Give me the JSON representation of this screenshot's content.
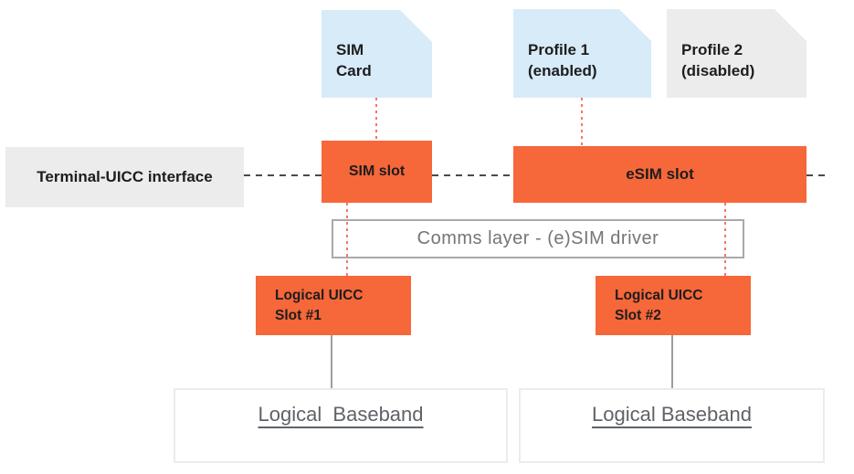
{
  "diagram": {
    "sim_card": {
      "line1": "SIM",
      "line2": "Card"
    },
    "profile1": {
      "line1": "Profile 1",
      "line2": "(enabled)"
    },
    "profile2": {
      "line1": "Profile 2",
      "line2": "(disabled)"
    },
    "terminal_uicc": {
      "label": "Terminal-UICC interface"
    },
    "sim_slot": {
      "label": "SIM slot"
    },
    "esim_slot": {
      "label": "eSIM slot"
    },
    "comms": {
      "label": "Comms layer - (e)SIM driver"
    },
    "uicc_slot1": {
      "line1": "Logical UICC",
      "line2": "Slot #1"
    },
    "uicc_slot2": {
      "line1": "Logical UICC",
      "line2": "Slot #2"
    },
    "baseband1": {
      "label": "Logical  Baseband"
    },
    "baseband2": {
      "label": "Logical Baseband"
    }
  },
  "colors": {
    "slot_orange": "#F6673A",
    "card_blue": "#D7EBF9",
    "disabled_gray": "#ECECEC",
    "interface_dash": "#4A4A4A",
    "mapping_dotted_red": "#F2776A",
    "connector_gray": "#9E9E9E",
    "muted_text": "#757575",
    "label_text": "#1D1D1D"
  }
}
